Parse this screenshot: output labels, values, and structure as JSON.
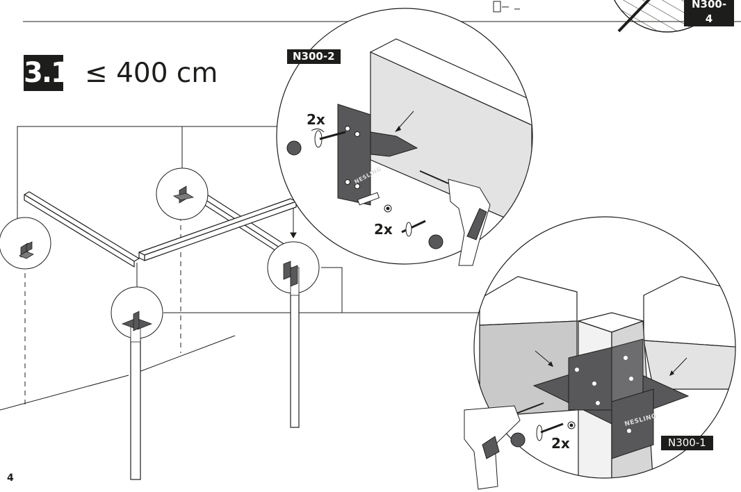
{
  "step": {
    "number": "3.1",
    "title": "≤ 400 cm"
  },
  "parts": {
    "top_right": "N300-4",
    "detail_top": "N300-2",
    "detail_bottom": "N300-1"
  },
  "quantities": {
    "detail_top_upper": "2x",
    "detail_top_lower": "2x",
    "detail_bottom": "2x"
  },
  "bracket_brand": "NESLING",
  "page_number": "4",
  "colors": {
    "ink": "#1d1d1b",
    "bracket": "#58585a",
    "beam_face": "#e3e3e3",
    "beam_face_dark": "#c9c9c9",
    "post_face": "#f2f2f2"
  },
  "icons": [
    "drill-icon",
    "screw-icon",
    "plug-icon",
    "washer-icon",
    "cap-icon",
    "bolt-icon"
  ]
}
